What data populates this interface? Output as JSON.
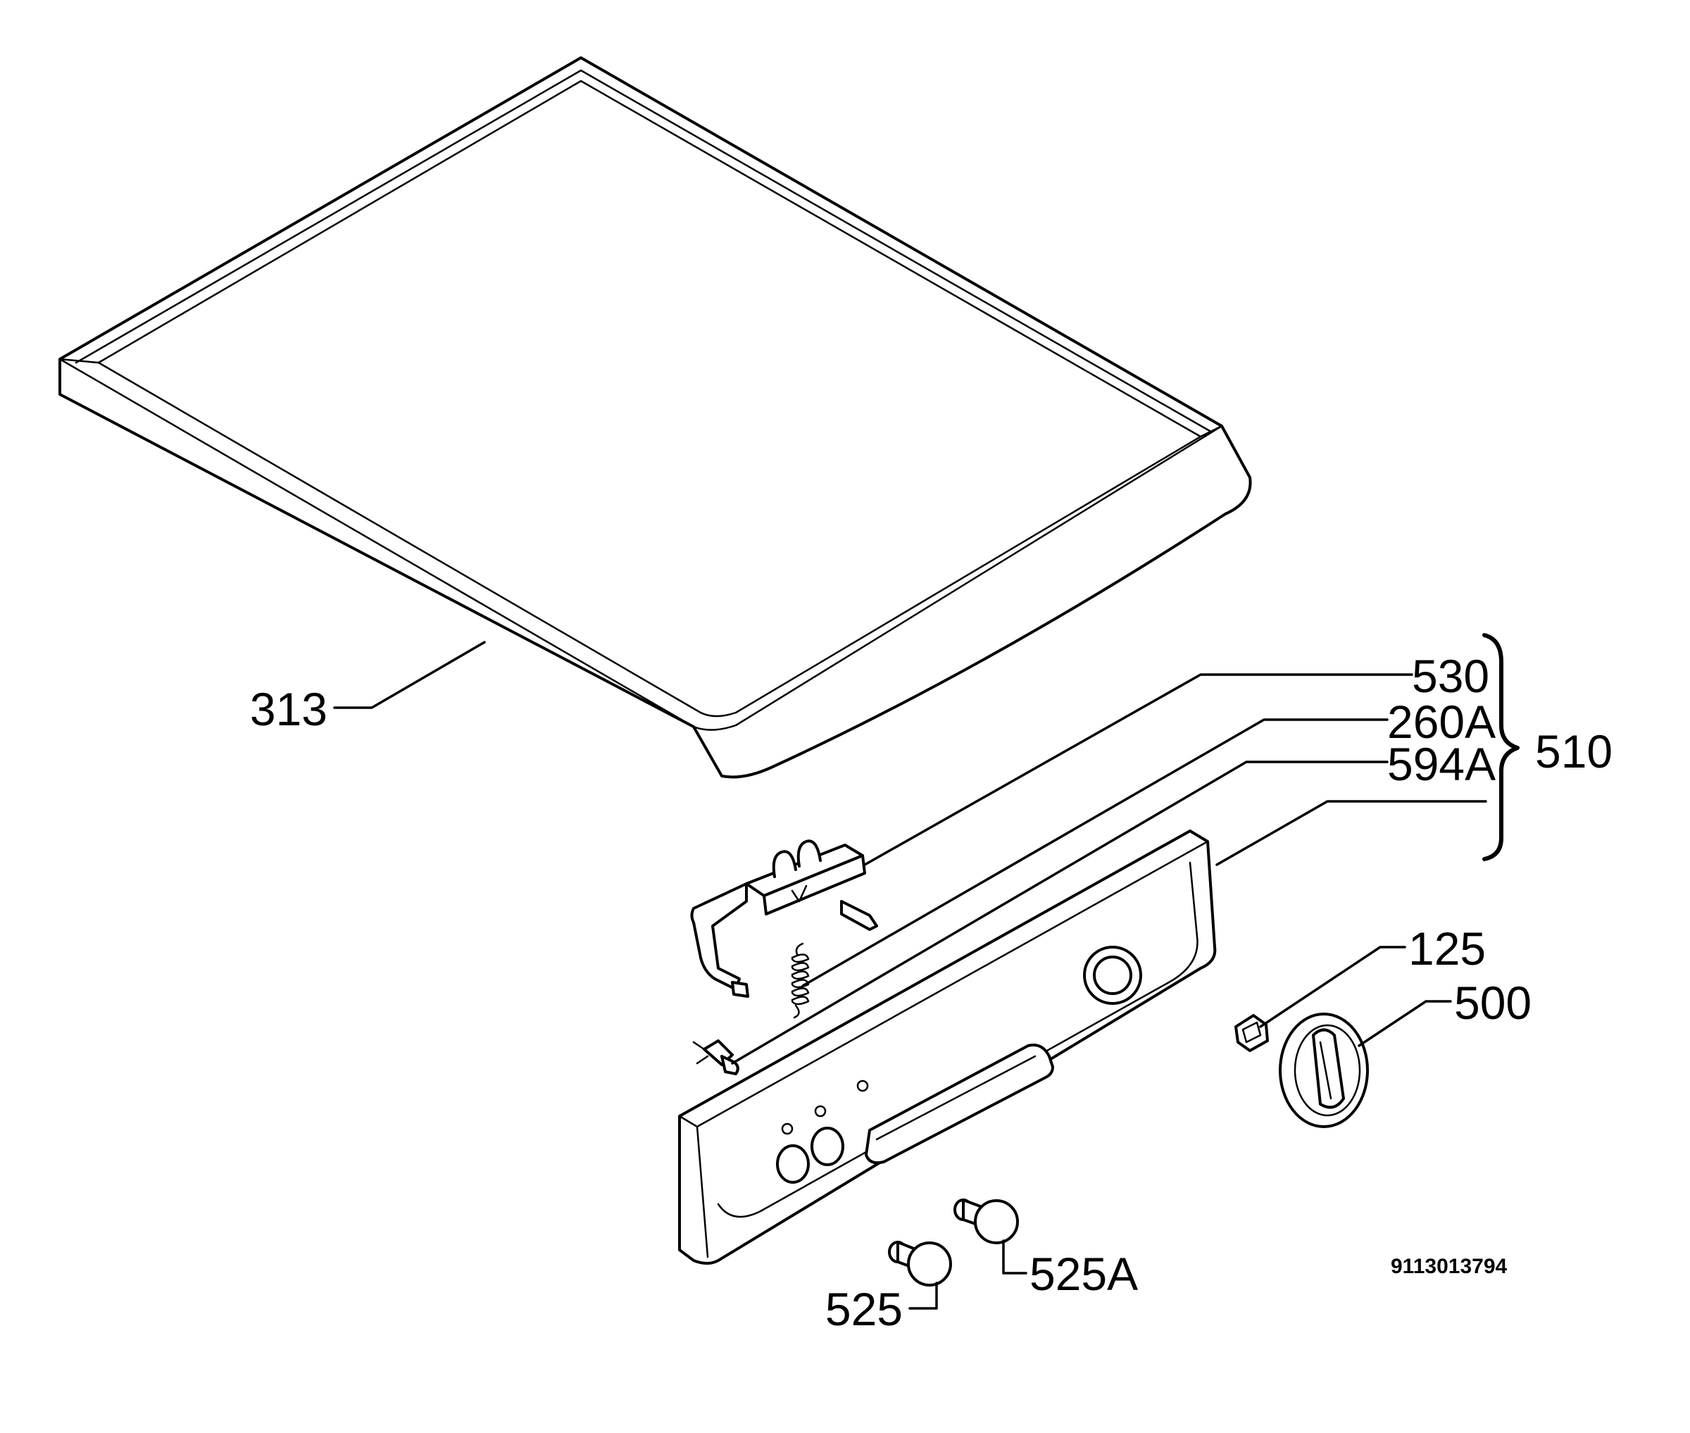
{
  "callouts": {
    "lid": "313",
    "hinge": "530",
    "spring": "260A",
    "lamp": "594A",
    "assembly": "510",
    "button_small": "125",
    "knob": "500",
    "push_button": "525",
    "push_button_alt": "525A"
  },
  "drawing_number": "9113013794"
}
